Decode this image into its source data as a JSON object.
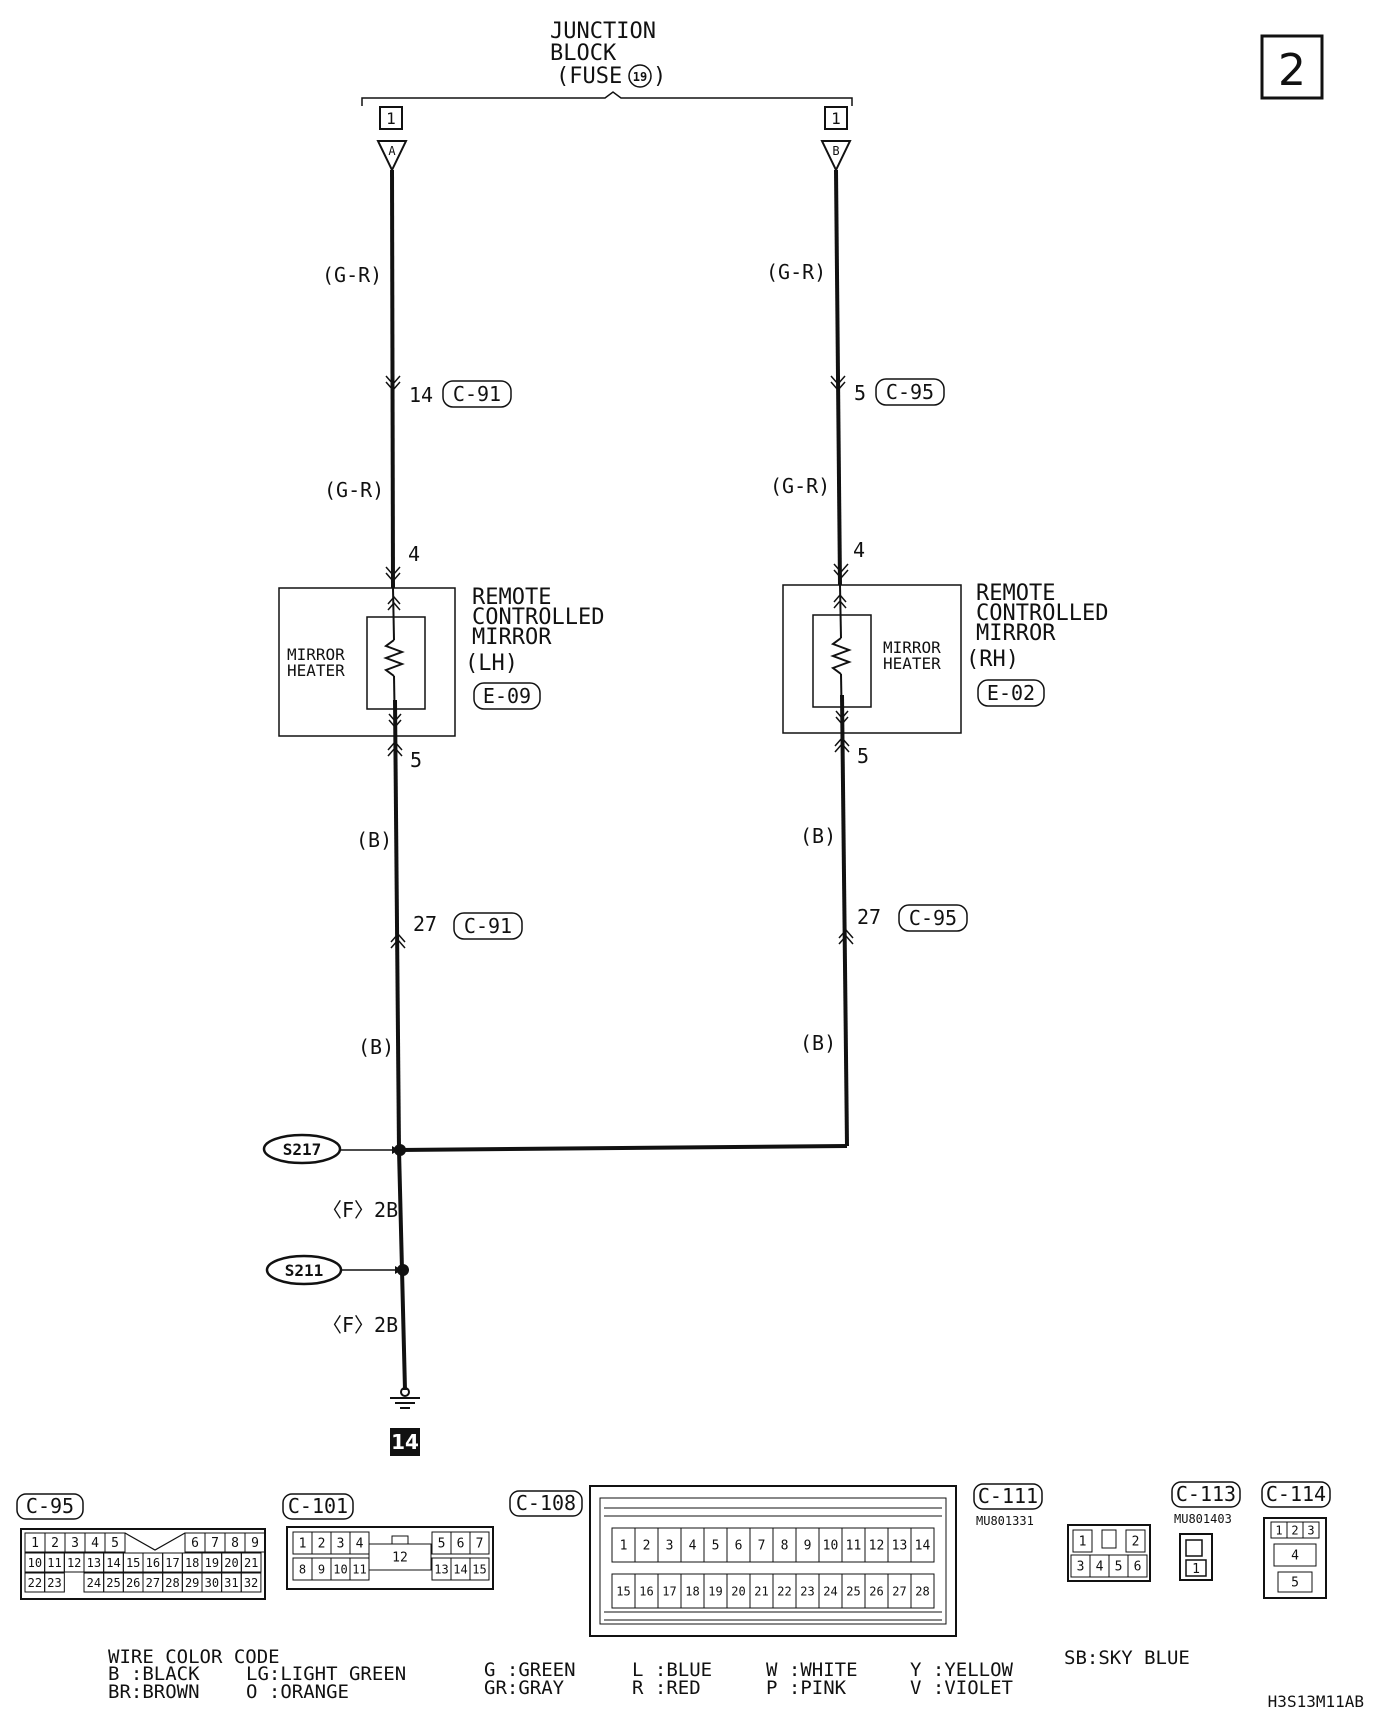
{
  "page_number": "2",
  "footer_code": "H3S13M11AB",
  "junction_block": {
    "line1": "JUNCTION",
    "line2": "BLOCK",
    "line3": "(FUSE",
    "fuse_number": "19",
    "line3_end": ")"
  },
  "left_circuit": {
    "terminal_box": "1",
    "terminal_letter": "A",
    "wire_top": "(G-R)",
    "conn_top_pin": "14",
    "conn_top": "C-91",
    "wire_mid": "(G-R)",
    "pin_in": "4",
    "component_inner": [
      "MIRROR",
      "HEATER"
    ],
    "component_title": [
      "REMOTE",
      "CONTROLLED",
      "MIRROR",
      "(LH)"
    ],
    "component_conn": "E-09",
    "pin_out": "5",
    "wire_bottom1": "(B)",
    "conn_bottom_pin": "27",
    "conn_bottom": "C-91",
    "wire_bottom2": "(B)"
  },
  "right_circuit": {
    "terminal_box": "1",
    "terminal_letter": "B",
    "wire_top": "(G-R)",
    "conn_top_pin": "5",
    "conn_top": "C-95",
    "wire_mid": "(G-R)",
    "pin_in": "4",
    "component_inner": [
      "MIRROR",
      "HEATER"
    ],
    "component_title": [
      "REMOTE",
      "CONTROLLED",
      "MIRROR",
      "(RH)"
    ],
    "component_conn": "E-02",
    "pin_out": "5",
    "wire_bottom1": "(B)",
    "conn_bottom_pin": "27",
    "conn_bottom": "C-95",
    "wire_bottom2": "(B)"
  },
  "splices": {
    "s1": "S217",
    "s2": "S211",
    "wire1": "〈F〉2B",
    "wire2": "〈F〉2B",
    "ground": "14"
  },
  "connectors": {
    "c95": {
      "label": "C-95",
      "row1": [
        "1",
        "2",
        "3",
        "4",
        "5",
        "6",
        "7",
        "8",
        "9"
      ],
      "row2": [
        "10",
        "11",
        "12",
        "13",
        "14",
        "15",
        "16",
        "17",
        "18",
        "19",
        "20",
        "21"
      ],
      "row3": [
        "22",
        "23",
        "24",
        "25",
        "26",
        "27",
        "28",
        "29",
        "30",
        "31",
        "32"
      ]
    },
    "c101": {
      "label": "C-101",
      "row1": [
        "1",
        "2",
        "3",
        "4",
        "5",
        "6",
        "7"
      ],
      "row2": [
        "8",
        "9",
        "10",
        "11",
        "13",
        "14",
        "15"
      ],
      "center": "12"
    },
    "c108": {
      "label": "C-108",
      "row1": [
        "1",
        "2",
        "3",
        "4",
        "5",
        "6",
        "7",
        "8",
        "9",
        "10",
        "11",
        "12",
        "13",
        "14"
      ],
      "row2": [
        "15",
        "16",
        "17",
        "18",
        "19",
        "20",
        "21",
        "22",
        "23",
        "24",
        "25",
        "26",
        "27",
        "28"
      ]
    },
    "c111": {
      "label": "C-111",
      "part": "MU801331",
      "row1": [
        "1",
        "2"
      ],
      "row2": [
        "3",
        "4",
        "5",
        "6"
      ]
    },
    "c113": {
      "label": "C-113",
      "part": "MU801403",
      "pin": "1"
    },
    "c114": {
      "label": "C-114",
      "row1": [
        "1",
        "2",
        "3"
      ],
      "mid": "4",
      "bottom": "5"
    }
  },
  "wire_color_code": {
    "title": "WIRE COLOR CODE",
    "entries": [
      [
        "B :BLACK",
        "BR:BROWN"
      ],
      [
        "LG:LIGHT GREEN",
        "O :ORANGE"
      ],
      [
        "G :GREEN",
        "GR:GRAY"
      ],
      [
        "L :BLUE",
        "R :RED"
      ],
      [
        "W :WHITE",
        "P :PINK"
      ],
      [
        "Y :YELLOW",
        "V :VIOLET"
      ],
      [
        "SB:SKY BLUE",
        ""
      ]
    ]
  }
}
